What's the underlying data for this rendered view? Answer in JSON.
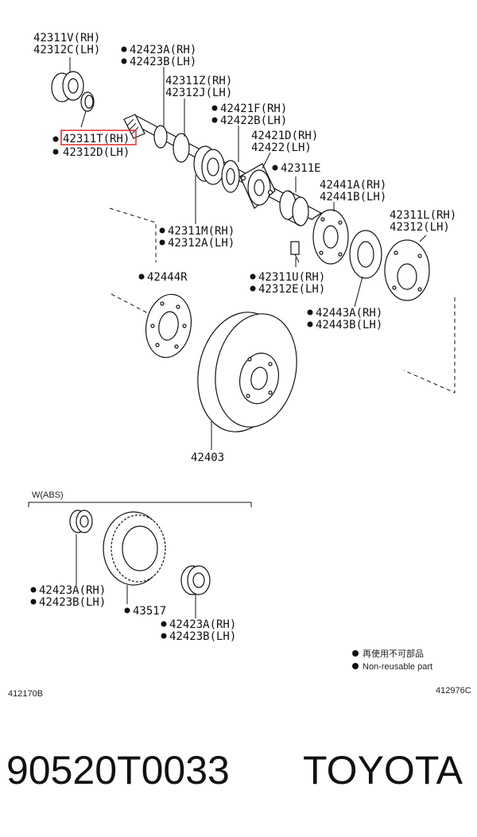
{
  "labels": {
    "p42311V": "42311V(RH)",
    "p42312C": "42312C(LH)",
    "p42423A_1": "42423A(RH)",
    "p42423B_1": "42423B(LH)",
    "p42311Z": "42311Z(RH)",
    "p42312J": "42312J(LH)",
    "p42421F": "42421F(RH)",
    "p42422B": "42422B(LH)",
    "p42311T": "42311T(RH)",
    "p42312D": "42312D(LH)",
    "p42421D": "42421D(RH)",
    "p42422": "42422(LH)",
    "p42311E": "42311E",
    "p42441A": "42441A(RH)",
    "p42441B": "42441B(LH)",
    "p42311L": "42311L(RH)",
    "p42312": "42312(LH)",
    "p42311M": "42311M(RH)",
    "p42312A": "42312A(LH)",
    "p42444R": "42444R",
    "p42311U": "42311U(RH)",
    "p42312E": "42312E(LH)",
    "p42443A": "42443A(RH)",
    "p42443B": "42443B(LH)",
    "p42403": "42403",
    "section_abs": "W(ABS)",
    "p42423A_2": "42423A(RH)",
    "p42423B_2": "42423B(LH)",
    "p43517": "43517",
    "p42423A_3": "42423A(RH)",
    "p42423B_3": "42423B(LH)"
  },
  "legend": {
    "jp": "再使用不可部品",
    "en": "Non-reusable part"
  },
  "codes": {
    "left": "412170B",
    "right": "412976C"
  },
  "footer": {
    "part_number": "90520T0033",
    "brand": "TOYOTA"
  },
  "colors": {
    "highlight": "#e02b2b"
  }
}
